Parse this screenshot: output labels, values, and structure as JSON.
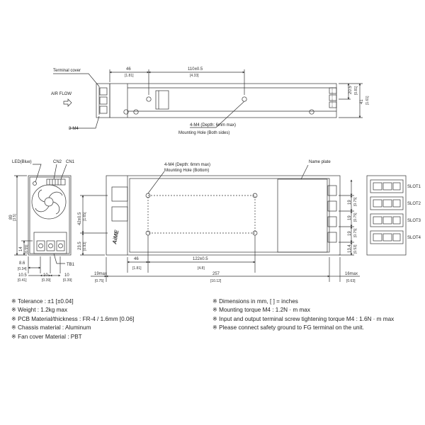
{
  "top_view": {
    "terminal_cover": "Terminal cover",
    "air_flow": "AIR FLOW",
    "m4_side": "3-M4",
    "dim_46": "46",
    "dim_46_in": "[1.81]",
    "dim_110": "110±0.5",
    "dim_110_in": "[4.33]",
    "mount_hole": "4-M4 (Depth: 6mm max)",
    "mount_hole2": "Mounting Hole (Both sides)",
    "dim_205": "20.5",
    "dim_205_in": "[0.81]",
    "dim_41": "41",
    "dim_41_in": "[1.61]"
  },
  "front_view": {
    "led": "LED(Blue)",
    "cn2": "CN2",
    "cn1": "CN1",
    "tb1": "TB1",
    "dim_89": "89",
    "dim_89_in": "[3.5]",
    "dim_14": "14",
    "dim_14_in": "[0.55]",
    "dim_86": "8.6",
    "dim_86_in": "[0.34]",
    "dim_105": "10.5",
    "dim_105_in": "[0.41]",
    "dim_10a": "10",
    "dim_10a_in": "[0.39]",
    "dim_10b": "10",
    "dim_10b_in": "[0.39]"
  },
  "bottom_view": {
    "mount_hole": "4-M4 (Depth: 6mm max)",
    "mount_hole2": "Mounting Hole (Bottom)",
    "name_plate": "Name plate",
    "dim_42": "42±0.5",
    "dim_42_in": "[1.65]",
    "dim_235": "23.5",
    "dim_235_in": "[0.93]",
    "dim_46": "46",
    "dim_46_in": "[1.81]",
    "dim_122": "122±0.5",
    "dim_122_in": "[4.8]",
    "dim_19max": "19max",
    "dim_19max_in": "[0.75]",
    "dim_257": "257",
    "dim_257_in": "[10.12]",
    "dim_16max": "16max",
    "dim_16max_in": "[0.63]",
    "dim_19": "19",
    "dim_19_in": "[0.75]",
    "dim_134": "13.4",
    "dim_134_in": "[0.53]",
    "logo": "AiME"
  },
  "slots": [
    "SLOT1",
    "SLOT2",
    "SLOT3",
    "SLOT4"
  ],
  "notes_left": [
    "※ Tolerance : ±1 [±0.04]",
    "※ Weight : 1.2kg max",
    "※ PCB Material/thickness : FR-4 / 1.6mm [0.06]",
    "※ Chassis material : Aluminum",
    "※ Fan cover Material : PBT"
  ],
  "notes_right": [
    "※ Dimensions in mm, [ ] = inches",
    "※ Mounting torque M4 : 1.2N · m max",
    "※ Input and output terminal screw tightening torque M4 : 1.6N · m max",
    "※ Please connect safety ground to FG terminal on the unit."
  ]
}
